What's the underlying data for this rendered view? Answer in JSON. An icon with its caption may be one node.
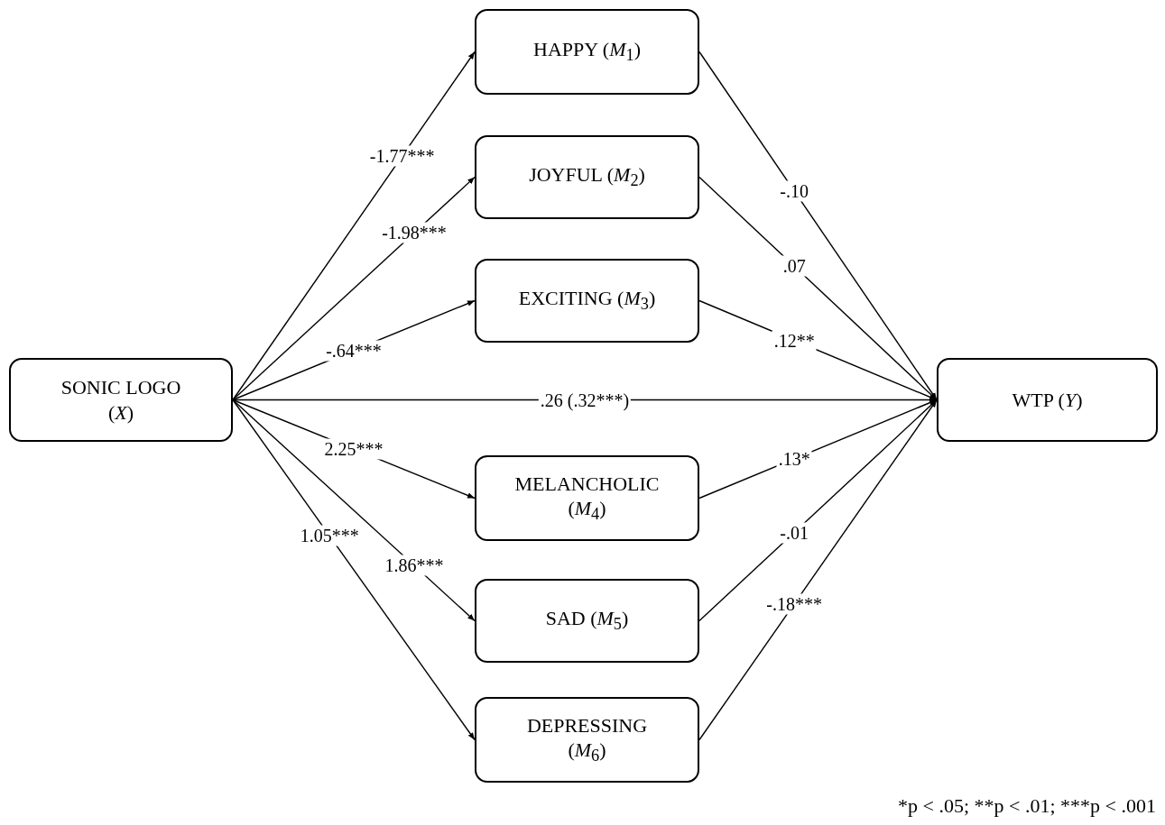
{
  "diagram": {
    "nodes": [
      {
        "text": [
          "SONIC LOGO (*X*)"
        ]
      },
      {
        "text": [
          "HAPPY (*M*$_{1}$)"
        ]
      },
      {
        "text": [
          "JOYFUL (*M*$_{2}$)"
        ]
      },
      {
        "text": [
          "EXCITING (*M*$_{3}$)"
        ]
      },
      {
        "text": [
          "MELANCHOLIC (*M*$_{4}$)"
        ]
      },
      {
        "text": [
          "SAD (*M*$_{5}$)"
        ]
      },
      {
        "text": [
          "DEPRESSING (*M*$_{6}$)"
        ]
      },
      {
        "text": [
          "WTP (*Y*)"
        ]
      }
    ],
    "edges": [
      {
        "from": 0,
        "to": 1,
        "arrow": "to",
        "label": "-1.77***"
      },
      {
        "from": 0,
        "to": 2,
        "arrow": "to",
        "label": "-1.98***"
      },
      {
        "from": 0,
        "to": 3,
        "arrow": "to",
        "label": "-.64***"
      },
      {
        "from": 0,
        "to": 4,
        "arrow": "to",
        "label": "2.25***"
      },
      {
        "from": 0,
        "to": 5,
        "arrow": "to",
        "label": "1.86***"
      },
      {
        "from": 0,
        "to": 6,
        "arrow": "to",
        "label": "1.05***"
      },
      {
        "from": 0,
        "to": 7,
        "arrow": "to",
        "label": ".26 (.32***)"
      },
      {
        "from": 1,
        "to": 7,
        "arrow": "to",
        "label": "-.10"
      },
      {
        "from": 2,
        "to": 7,
        "arrow": "to",
        "label": ".07"
      },
      {
        "from": 3,
        "to": 7,
        "arrow": "to",
        "label": ".12**"
      },
      {
        "from": 4,
        "to": 7,
        "arrow": "to",
        "label": ".13*"
      },
      {
        "from": 5,
        "to": 7,
        "arrow": "to",
        "label": "-.01"
      },
      {
        "from": 6,
        "to": 7,
        "arrow": "to",
        "label": "-.18***"
      }
    ],
    "labels": [
      "*p < .05; **p < .01; ***p < .001"
    ]
  }
}
